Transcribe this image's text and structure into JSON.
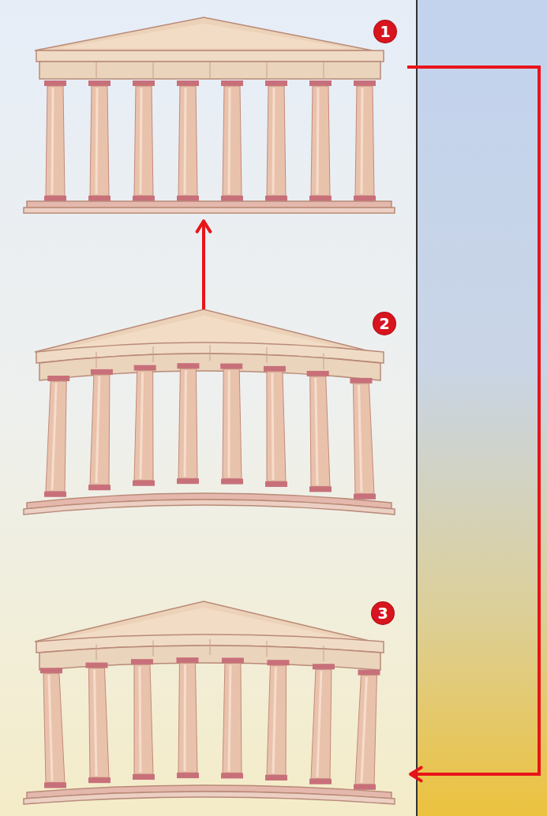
{
  "diagram": {
    "nodes": [
      {
        "text": [
          "1"
        ]
      },
      {
        "text": [
          "2"
        ]
      },
      {
        "text": [
          "3"
        ]
      }
    ],
    "edges": [
      {
        "from": 1,
        "to": 0,
        "arrow": "to"
      },
      {
        "from": 0,
        "to": 2,
        "arrow": "to"
      }
    ]
  }
}
